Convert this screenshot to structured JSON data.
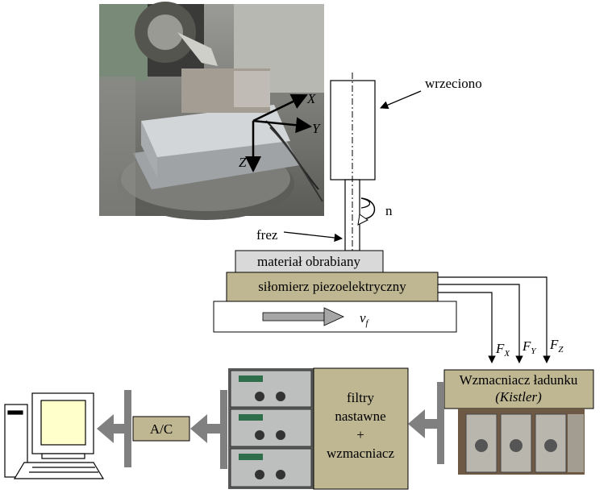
{
  "labels": {
    "spindle": "wrzeciono",
    "rotation": "n",
    "tool": "frez",
    "workpiece": "materiał obrabiany",
    "dynamometer": "siłomierz piezoelektryczny",
    "feed_symbol": "v",
    "feed_subscript": "f",
    "force_x": "F",
    "force_x_sub": "X",
    "force_y": "F",
    "force_y_sub": "Y",
    "force_z": "F",
    "force_z_sub": "Z",
    "amplifier_line1": "Wzmacniacz ładunku",
    "amplifier_line2": "(Kistler)",
    "filters_line1": "filtry",
    "filters_line2": "nastawne",
    "filters_line3": "+",
    "filters_line4": "wzmacniacz",
    "adc": "A/C",
    "axis_x": "X",
    "axis_y": "Y",
    "axis_z": "Z"
  },
  "colors": {
    "olive_box": "#bfb692",
    "workpiece_box": "#d9d9d9",
    "arrow_gray": "#808080",
    "bar_gray": "#7f7f7f",
    "monitor_fill": "#ffffcc"
  }
}
